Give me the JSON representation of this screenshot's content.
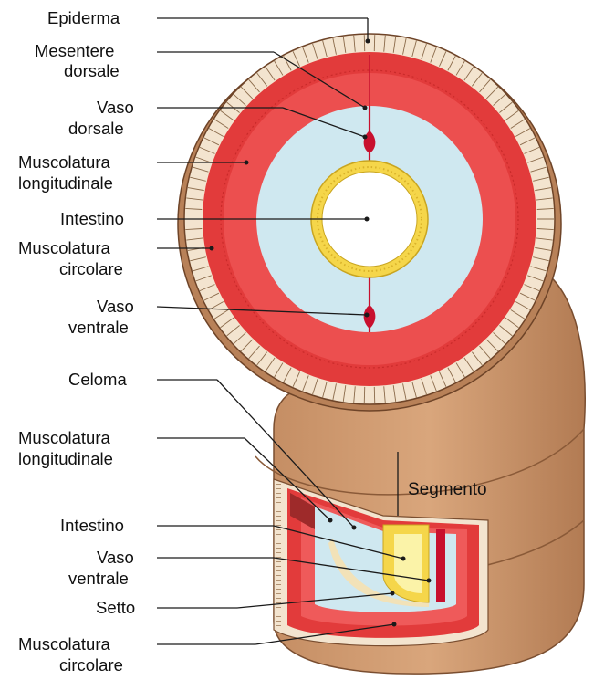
{
  "labels": {
    "epiderma": "Epiderma",
    "mesentere_1": "Mesentere",
    "mesentere_2": "dorsale",
    "vaso_dorsale_1": "Vaso",
    "vaso_dorsale_2": "dorsale",
    "musc_long_1": "Muscolatura",
    "musc_long_2": "longitudinale",
    "intestino": "Intestino",
    "musc_circ_1": "Muscolatura",
    "musc_circ_2": "circolare",
    "vaso_ventrale_1": "Vaso",
    "vaso_ventrale_2": "ventrale",
    "celoma": "Celoma",
    "musc_long_b1": "Muscolatura",
    "musc_long_b2": "longitudinale",
    "intestino_b": "Intestino",
    "vaso_ventrale_b1": "Vaso",
    "vaso_ventrale_b2": "ventrale",
    "setto": "Setto",
    "musc_circ_b1": "Muscolatura",
    "musc_circ_b2": "circolare",
    "segmento": "Segmento"
  },
  "colors": {
    "body_tan": "#c9936a",
    "body_tan_dark": "#a8734d",
    "epidermis": "#f3e4cf",
    "muscle_red": "#e23b3b",
    "muscle_red_light": "#ef5a5a",
    "coelom_blue": "#cfe8f0",
    "gut_yellow": "#f5d64a",
    "gut_white": "#ffffff",
    "vessel_red": "#c8102e"
  }
}
